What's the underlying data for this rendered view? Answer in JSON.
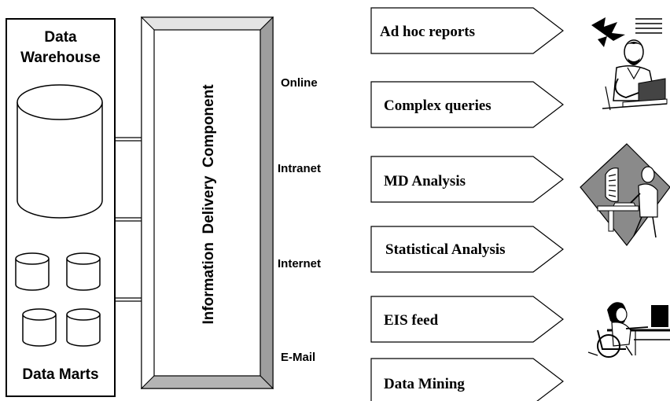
{
  "warehouse": {
    "title_line1": "Data",
    "title_line2": "Warehouse",
    "marts_label": "Data Marts"
  },
  "delivery_component": {
    "label": "Information  Delivery  Component"
  },
  "channels": [
    {
      "label": "Online"
    },
    {
      "label": "Intranet"
    },
    {
      "label": "Internet"
    },
    {
      "label": "E-Mail"
    }
  ],
  "outputs": [
    {
      "label": "Ad hoc reports"
    },
    {
      "label": "Complex queries"
    },
    {
      "label": "MD Analysis"
    },
    {
      "label": "Statistical Analysis"
    },
    {
      "label": "EIS feed"
    },
    {
      "label": "Data Mining"
    }
  ],
  "user_illustrations": [
    {
      "icon": "analyst-at-laptop-icon"
    },
    {
      "icon": "user-at-computer-diamond-icon"
    },
    {
      "icon": "user-in-wheelchair-at-computer-icon"
    }
  ]
}
